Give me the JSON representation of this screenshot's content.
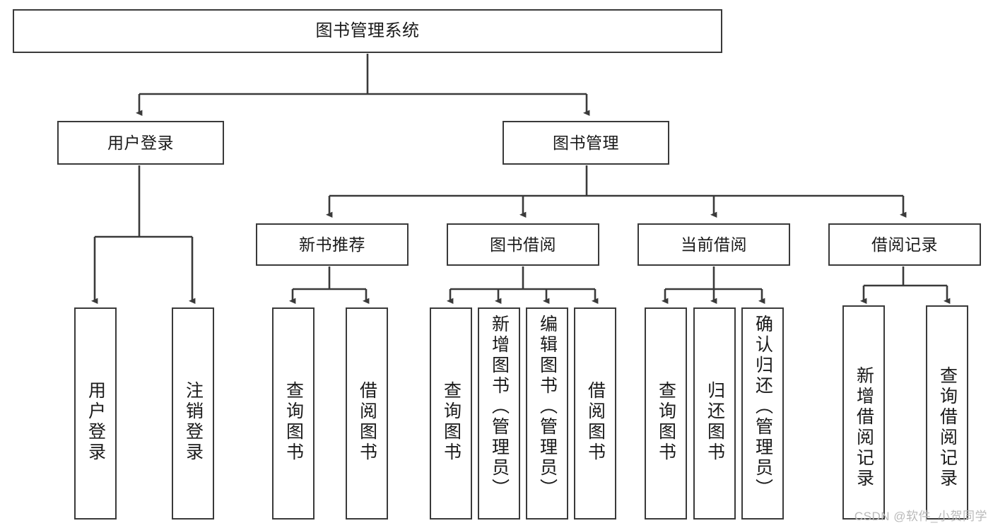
{
  "diagram": {
    "title": "图书管理系统",
    "type": "tree-hierarchy",
    "root": {
      "label": "图书管理系统"
    },
    "level2": [
      {
        "label": "用户登录"
      },
      {
        "label": "图书管理"
      }
    ],
    "level3": [
      {
        "label": "新书推荐"
      },
      {
        "label": "图书借阅"
      },
      {
        "label": "当前借阅"
      },
      {
        "label": "借阅记录"
      }
    ],
    "leaves": {
      "user_login": [
        {
          "label": "用户登录"
        },
        {
          "label": "注销登录"
        }
      ],
      "new_book_recommend": [
        {
          "label": "查询图书"
        },
        {
          "label": "借阅图书"
        }
      ],
      "book_borrow": [
        {
          "label": "查询图书"
        },
        {
          "label": "新增图书（管理员）"
        },
        {
          "label": "编辑图书（管理员）"
        },
        {
          "label": "借阅图书"
        }
      ],
      "current_borrow": [
        {
          "label": "查询图书"
        },
        {
          "label": "归还图书"
        },
        {
          "label": "确认归还（管理员）"
        }
      ],
      "borrow_record": [
        {
          "label": "新增借阅记录"
        },
        {
          "label": "查询借阅记录"
        }
      ]
    },
    "watermark": "CSDN @软件_小贺同学",
    "colors": {
      "stroke": "#3a3a3a",
      "fill": "#ffffff",
      "text": "#1a1a1a",
      "watermark": "#b9b9b9"
    }
  }
}
